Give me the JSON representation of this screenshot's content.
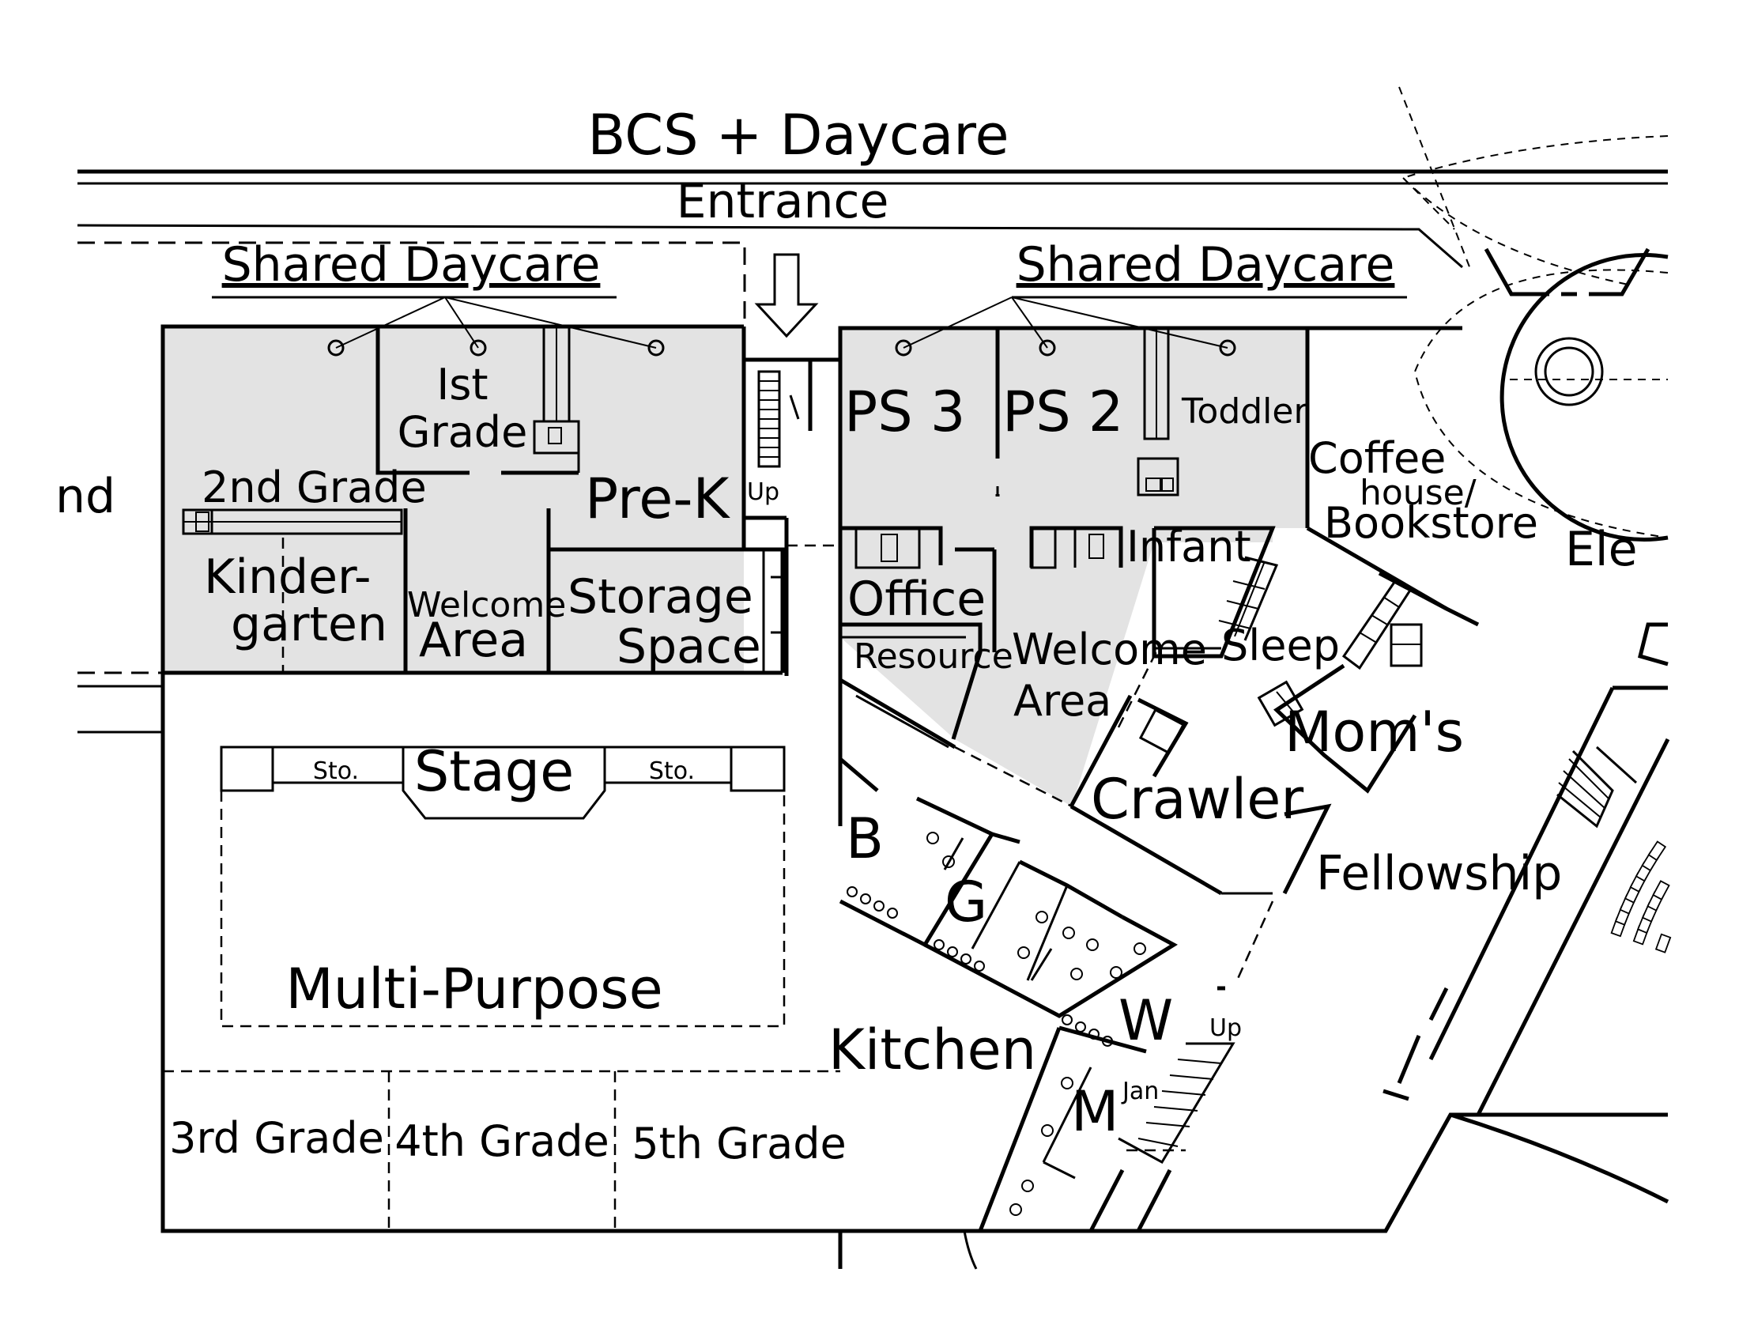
{
  "title": "BCS + Daycare",
  "entrance": "Entrance",
  "shared_daycare_left": "Shared Daycare",
  "shared_daycare_right": "Shared Daycare",
  "rooms": {
    "first_grade_line1": "Ist",
    "first_grade_line2": "Grade",
    "second_grade": "2nd Grade",
    "pre_k": "Pre-K",
    "kinder_line1": "Kinder-",
    "kinder_line2": "garten",
    "welcome_left_line1": "Welcome",
    "welcome_left_line2": "Area",
    "storage_line1": "Storage",
    "storage_line2": "Space",
    "ps3": "PS 3",
    "ps2": "PS 2",
    "toddler": "Toddler",
    "coffee_line1": "Coffee",
    "coffee_line2": "house/",
    "coffee_line3": "Bookstore",
    "office": "Office",
    "resource": "Resource",
    "infant": "Infant",
    "welcome_right_line1": "Welcome",
    "welcome_right_line2": "Area",
    "sleep": "Sleep",
    "moms": "Mom's",
    "crawler": "Crawler",
    "fellowship": "Fellowship",
    "stage": "Stage",
    "sto_left": "Sto.",
    "sto_right": "Sto.",
    "multi_purpose": "Multi-Purpose",
    "third_grade": "3rd Grade",
    "fourth_grade": "4th Grade",
    "fifth_grade": "5th Grade",
    "kitchen": "Kitchen",
    "boys": "B",
    "girls": "G",
    "women": "W",
    "men": "M",
    "jan": "Jan",
    "up_left": "Up",
    "up_right": "Up",
    "cut_left": "nd",
    "cut_right": "Ele"
  },
  "colors": {
    "ink": "#000000",
    "daycare_shading": "#e3e3e3",
    "paper": "#ffffff"
  }
}
